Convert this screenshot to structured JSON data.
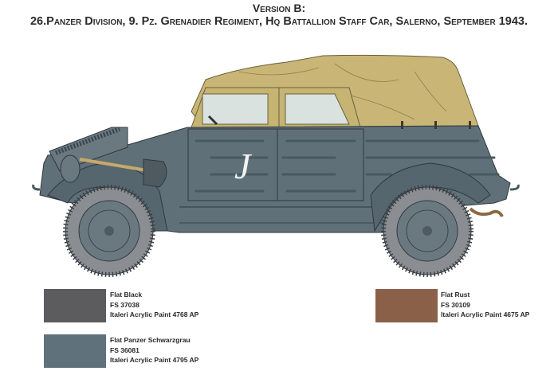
{
  "header": {
    "version": "Version B:",
    "subtitle": "26.Panzer Division, 9. Pz. Grenadier Regiment, Hq Battallion Staff Car,  Salerno, September 1943."
  },
  "vehicle": {
    "marking": "J",
    "colors": {
      "body": "#5f7079",
      "body_dark": "#4f5e66",
      "tarp": "#c9b677",
      "tarp_frame": "#c5b472",
      "window": "#d9e2df",
      "tyre": "#8a8d91",
      "wheel": "#6a7880",
      "tool_handle": "#c7a96b",
      "rust": "#8a6a44"
    }
  },
  "colors_legend": [
    {
      "name": "Flat Black",
      "fs": "FS 37038",
      "paint": "Italeri Acrylic Paint 4768 AP",
      "hex": "#5c5c5e"
    },
    {
      "name": "Flat Panzer Schwarzgrau",
      "fs": "FS 36081",
      "paint": "Italeri Acrylic Paint 4795 AP",
      "hex": "#5f727c"
    },
    {
      "name": "Flat Rust",
      "fs": "FS 30109",
      "paint": "Italeri Acrylic Paint 4675 AP",
      "hex": "#8a6148"
    }
  ]
}
